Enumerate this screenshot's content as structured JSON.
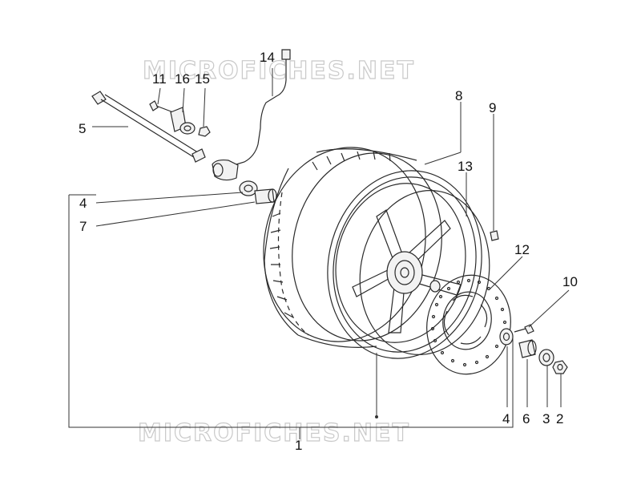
{
  "watermark": "MICROFICHES.NET",
  "callouts": [
    {
      "id": "c1",
      "text": "1"
    },
    {
      "id": "c2",
      "text": "2"
    },
    {
      "id": "c3",
      "text": "3"
    },
    {
      "id": "c4a",
      "text": "4"
    },
    {
      "id": "c4b",
      "text": "4"
    },
    {
      "id": "c5",
      "text": "5"
    },
    {
      "id": "c6",
      "text": "6"
    },
    {
      "id": "c7",
      "text": "7"
    },
    {
      "id": "c8",
      "text": "8"
    },
    {
      "id": "c9",
      "text": "9"
    },
    {
      "id": "c10",
      "text": "10"
    },
    {
      "id": "c11",
      "text": "11"
    },
    {
      "id": "c12",
      "text": "12"
    },
    {
      "id": "c13",
      "text": "13"
    },
    {
      "id": "c14",
      "text": "14"
    },
    {
      "id": "c15",
      "text": "15"
    },
    {
      "id": "c16",
      "text": "16"
    }
  ],
  "parts": [
    "wheel-assembly",
    "tire",
    "rim",
    "brake-disc",
    "axle",
    "speed-sensor-cable",
    "bearing",
    "spacer",
    "nut",
    "washer",
    "bolt",
    "valve",
    "bracket",
    "clamp"
  ]
}
